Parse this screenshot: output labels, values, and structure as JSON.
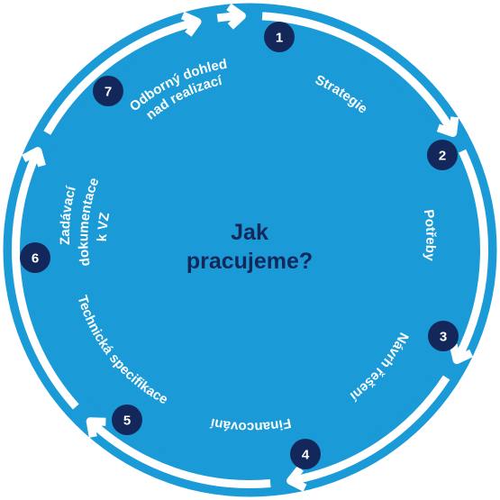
{
  "center": {
    "line1": "Jak",
    "line2": "pracujeme?"
  },
  "steps": [
    {
      "number": "1",
      "label_lines": [
        "Strategie"
      ]
    },
    {
      "number": "2",
      "label_lines": [
        "Potřeby"
      ]
    },
    {
      "number": "3",
      "label_lines": [
        "Návrh řešení"
      ]
    },
    {
      "number": "4",
      "label_lines": [
        "Financování"
      ]
    },
    {
      "number": "5",
      "label_lines": [
        "Technická specifikace"
      ]
    },
    {
      "number": "6",
      "label_lines": [
        "Zadávací",
        "dokumentace",
        "k VZ"
      ]
    },
    {
      "number": "7",
      "label_lines": [
        "Odborný dohled",
        "nad realizací"
      ]
    }
  ],
  "colors": {
    "ring_blue": "#1a9ad6",
    "badge_navy": "#13275a",
    "center_text": "#12285a",
    "white": "#ffffff"
  }
}
